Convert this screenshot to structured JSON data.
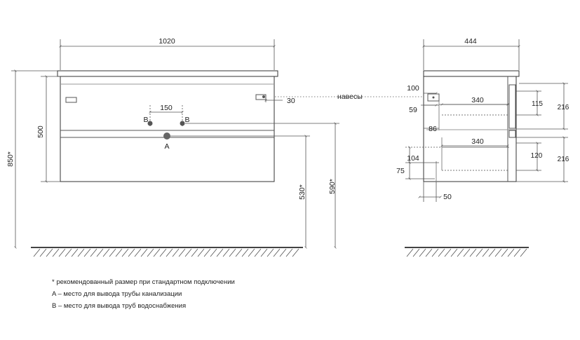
{
  "front_view": {
    "overall_width": "1020",
    "overall_height": "850*",
    "drawer_height": "500",
    "pipe_spacing": "150",
    "pipe_b_left_label": "B",
    "pipe_b_right_label": "B",
    "pipe_a_label": "A",
    "hanger_offset": "30",
    "hanger_label": "навесы",
    "height_a": "530*",
    "height_b": "590*"
  },
  "side_view": {
    "overall_depth": "444",
    "top_offset": "100",
    "upper_drawer_depth": "340",
    "upper_gap": "59",
    "upper_drawer_height": "115",
    "section_height_upper": "216",
    "middle_offset": "86",
    "lower_drawer_depth": "340",
    "lower_offset": "104",
    "lower_drawer_height": "120",
    "section_height_lower": "216",
    "bottom_offset": "75",
    "back_offset": "50"
  },
  "notes": [
    "* рекомендованный размер при стандартном подключении",
    "A – место для вывода трубы канализации",
    "B – место для вывода труб водоснабжения"
  ],
  "colors": {
    "line": "#333333",
    "dim_line": "#555555",
    "pipe_dot": "#555555",
    "floor": "#444444"
  }
}
